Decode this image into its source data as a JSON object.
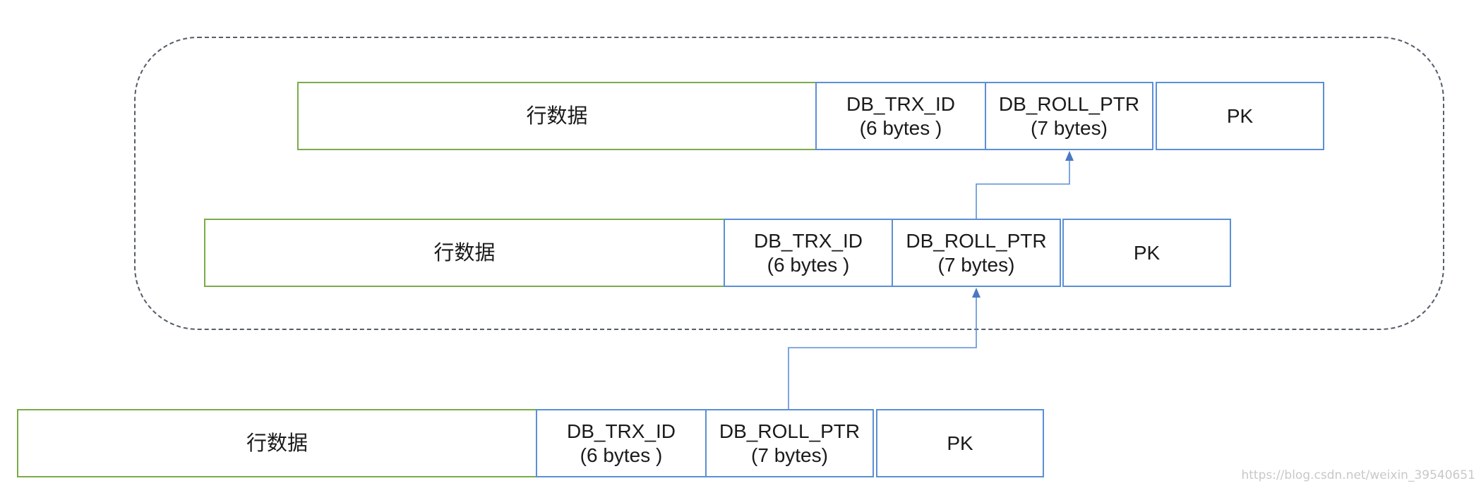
{
  "rows": [
    {
      "data_label": "行数据",
      "trx_id": {
        "line1": "DB_TRX_ID",
        "line2": "(6 bytes )"
      },
      "roll_ptr": {
        "line1": "DB_ROLL_PTR",
        "line2": "(7 bytes)"
      },
      "pk": "PK"
    },
    {
      "data_label": "行数据",
      "trx_id": {
        "line1": "DB_TRX_ID",
        "line2": "(6 bytes )"
      },
      "roll_ptr": {
        "line1": "DB_ROLL_PTR",
        "line2": "(7 bytes)"
      },
      "pk": "PK"
    },
    {
      "data_label": "行数据",
      "trx_id": {
        "line1": "DB_TRX_ID",
        "line2": "(6 bytes )"
      },
      "roll_ptr": {
        "line1": "DB_ROLL_PTR",
        "line2": "(7 bytes)"
      },
      "pk": "PK"
    }
  ],
  "colors": {
    "data_border": "#7aab4a",
    "field_border": "#5b8fd6",
    "arrow": "#5b8fd6",
    "group_border": "#555d6a"
  },
  "watermark": "https://blog.csdn.net/weixin_39540651"
}
